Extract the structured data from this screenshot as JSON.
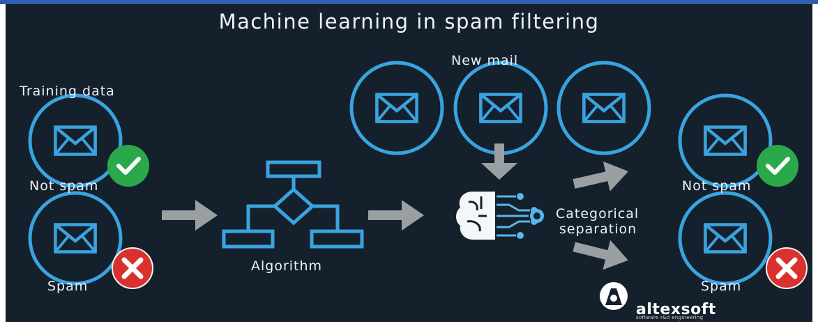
{
  "title": "Machine learning in spam filtering",
  "labels": {
    "training_data": "Training  data",
    "new_mail": "New mail",
    "not_spam_left": "Not spam",
    "spam_left": "Spam",
    "algorithm": "Algorithm",
    "categorical_line1": "Categorical",
    "categorical_line2": "separation",
    "not_spam_right": "Not spam",
    "spam_right": "Spam"
  },
  "brand": {
    "name": "altexsoft",
    "tagline": "software r&d engineering"
  },
  "colors": {
    "background": "#14202c",
    "envelope_blue": "#3aa3e0",
    "arrow_gray": "#9a9fa3",
    "check_green": "#2aa84a",
    "cross_red": "#d9312e",
    "brain_blue": "#5ab6ea",
    "top_bar": "#2f5fae"
  }
}
